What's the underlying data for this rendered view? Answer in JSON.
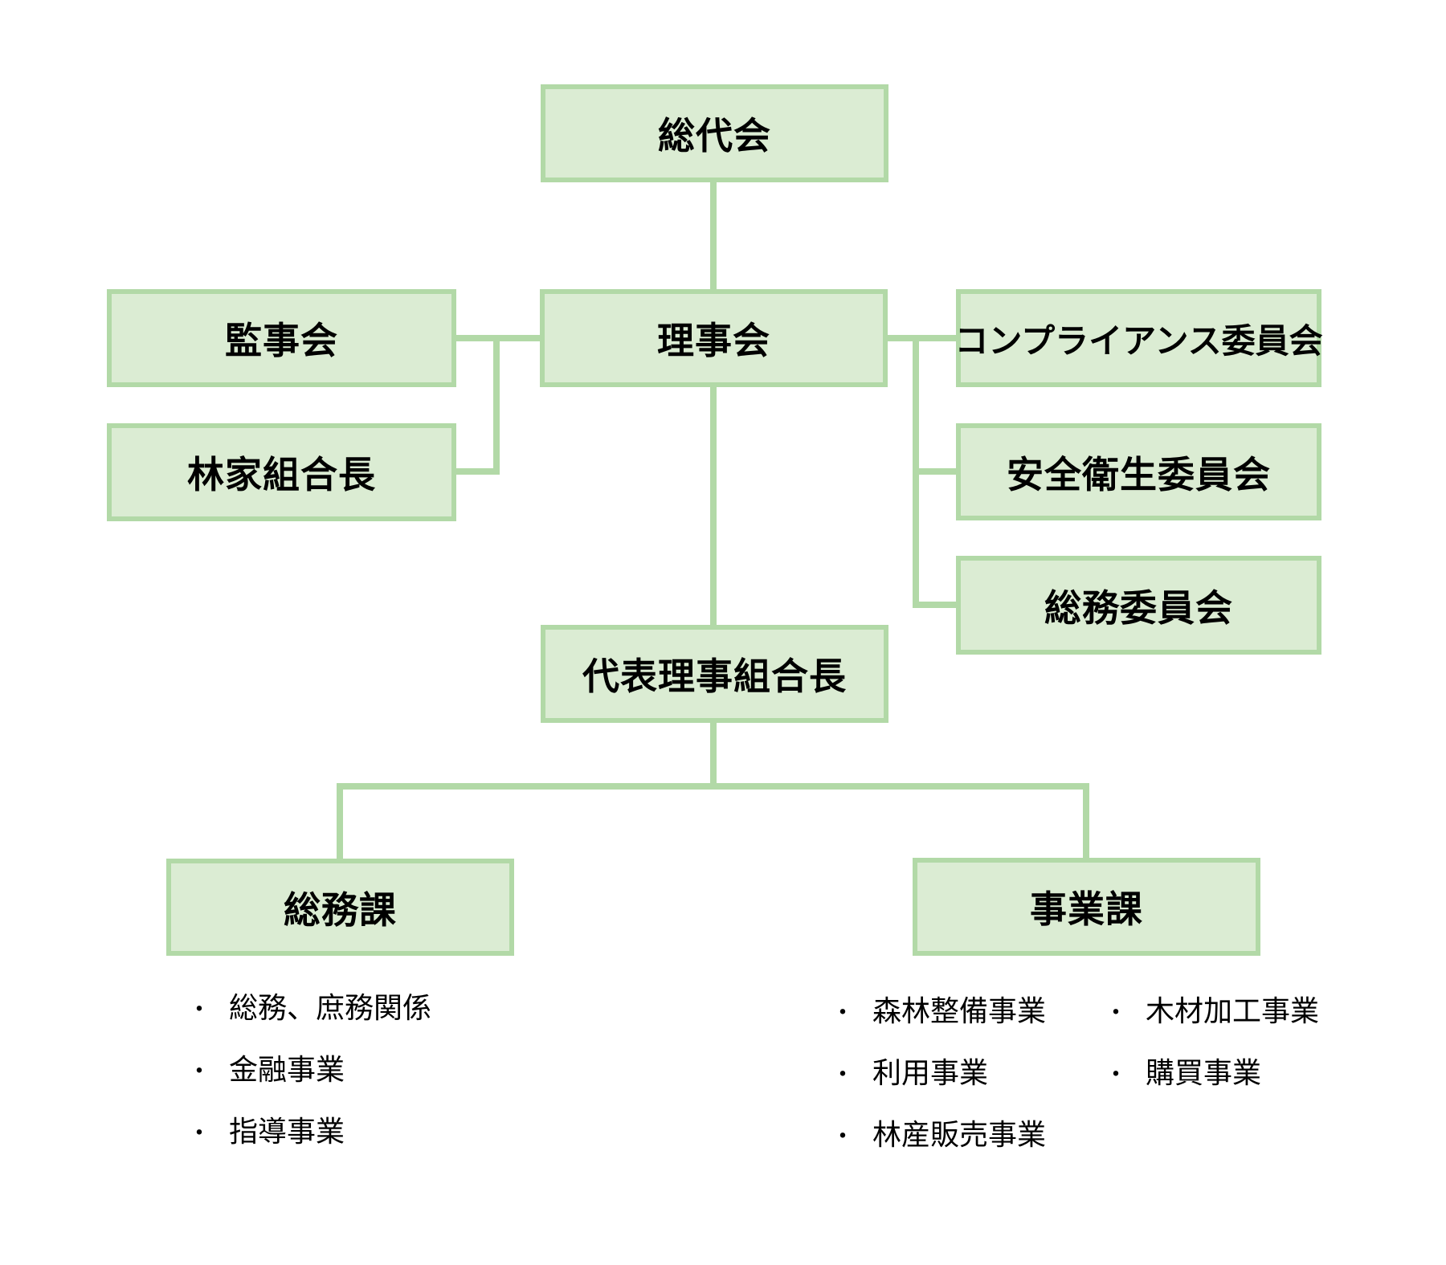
{
  "colors": {
    "box_fill": "#dbecd3",
    "box_stroke": "#b2d9a7",
    "connector": "#b2d9a7",
    "text": "#000000"
  },
  "bullet_char": "・",
  "nodes": {
    "soudaikai": {
      "label": "総代会"
    },
    "kanjikai": {
      "label": "監事会"
    },
    "rijikai": {
      "label": "理事会"
    },
    "compliance_iinkai": {
      "label": "コンプライアンス委員会"
    },
    "rinka_kumiaicho": {
      "label": "林家組合長"
    },
    "anzen_eisei_iinkai": {
      "label": "安全衛生委員会"
    },
    "soumu_iinkai": {
      "label": "総務委員会"
    },
    "daihyo_riji_kumiaicho": {
      "label": "代表理事組合長"
    },
    "soumuka": {
      "label": "総務課"
    },
    "jigyoka": {
      "label": "事業課"
    }
  },
  "soumuka_duties": [
    "総務、庶務関係",
    "金融事業",
    "指導事業"
  ],
  "jigyoka_duties_col1": [
    "森林整備事業",
    "利用事業",
    "林産販売事業"
  ],
  "jigyoka_duties_col2": [
    "木材加工事業",
    "購買事業"
  ]
}
